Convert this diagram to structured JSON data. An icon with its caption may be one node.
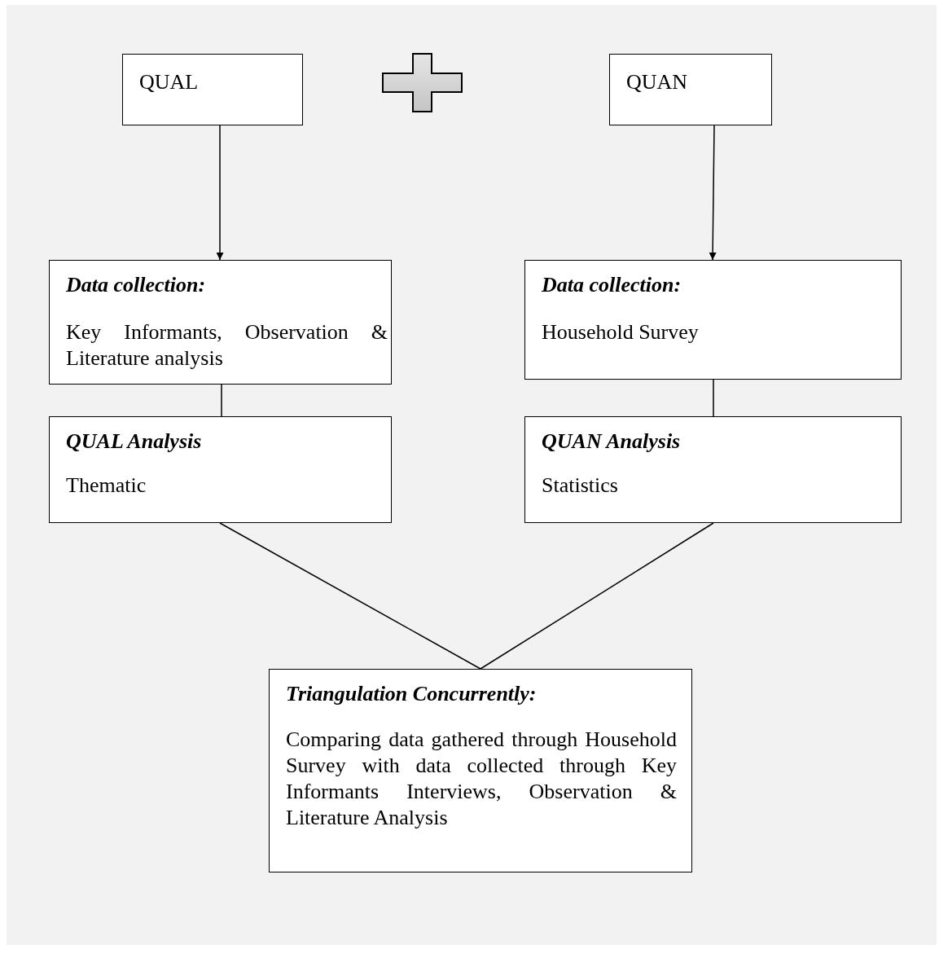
{
  "diagram": {
    "nodes": [
      {
        "text": [
          "QUAL"
        ]
      },
      {
        "text": [
          "QUAN"
        ]
      },
      {
        "text": [
          "Data collection:",
          "Key Informants, Observation & Literature analysis"
        ]
      },
      {
        "text": [
          "Data collection:",
          "Household Survey"
        ]
      },
      {
        "text": [
          "QUAL Analysis",
          "Thematic"
        ]
      },
      {
        "text": [
          "QUAN Analysis",
          "Statistics"
        ]
      },
      {
        "text": [
          "Triangulation Concurrently:",
          "Comparing data gathered through Household Survey with data collected through Key Informants Interviews, Observation & Literature Analysis"
        ]
      }
    ],
    "edges": [
      {
        "from": 0,
        "to": 2,
        "arrow": "to"
      },
      {
        "from": 1,
        "to": 3,
        "arrow": "to"
      },
      {
        "from": 2,
        "to": 4,
        "arrow": "none"
      },
      {
        "from": 3,
        "to": 5,
        "arrow": "none"
      },
      {
        "from": 4,
        "to": 6,
        "arrow": "none"
      },
      {
        "from": 5,
        "to": 6,
        "arrow": "none"
      }
    ]
  }
}
